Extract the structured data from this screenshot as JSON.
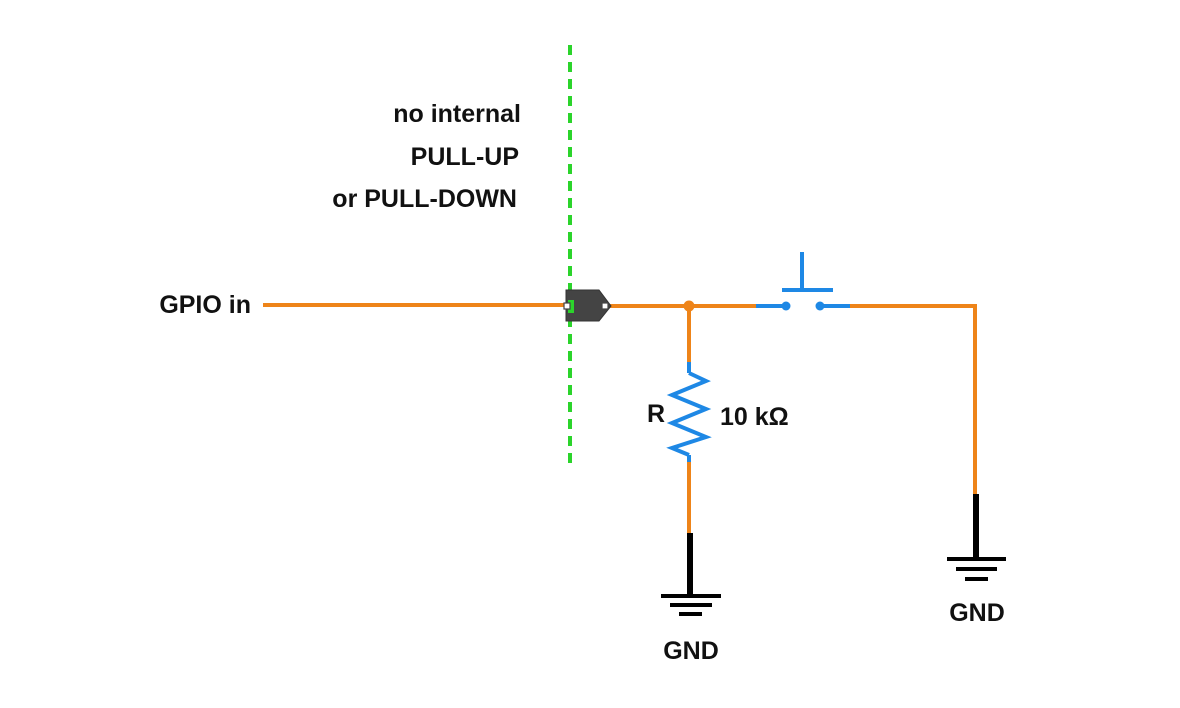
{
  "note": {
    "line1": "no internal",
    "line2": "PULL-UP",
    "line3": "or PULL-DOWN"
  },
  "gpio_label": "GPIO in",
  "resistor": {
    "name": "R",
    "value": "10 kΩ"
  },
  "ground_labels": [
    "GND",
    "GND"
  ],
  "colors": {
    "wire": "#ee8419",
    "component": "#1e88e5",
    "boundary": "#2bd42b",
    "pin": "#444444",
    "ground": "#000000"
  }
}
